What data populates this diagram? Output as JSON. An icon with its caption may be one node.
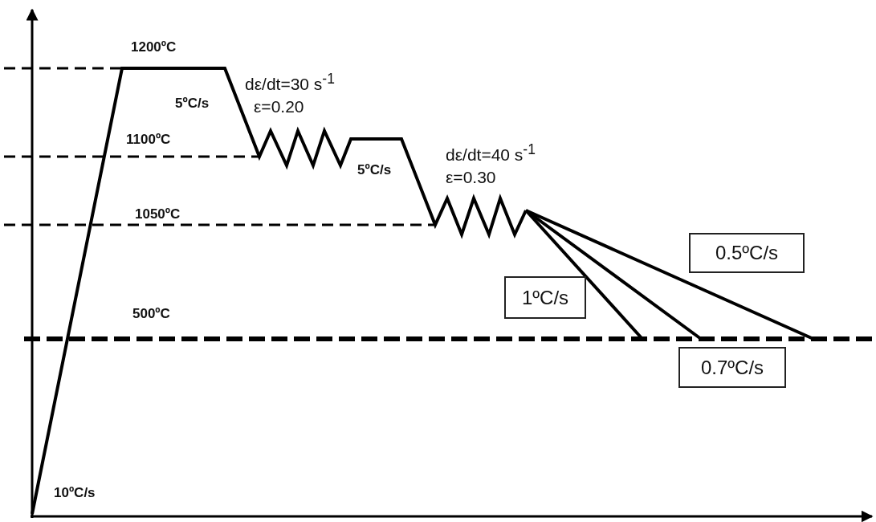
{
  "diagram": {
    "nodes": [
      {
        "text": [
          "1ºC/s"
        ]
      },
      {
        "text": [
          "0.5ºC/s"
        ]
      },
      {
        "text": [
          "0.7ºC/s"
        ]
      }
    ],
    "labels": [
      "1200ºC",
      "dε/dt=30 s$^{-1}$",
      "5ºC/s",
      "ε=0.20",
      "1100ºC",
      "dε/dt=40 s$^{-1}$",
      "5ºC/s",
      "ε=0.30",
      "1050ºC",
      "500ºC",
      "10ºC/s"
    ]
  }
}
